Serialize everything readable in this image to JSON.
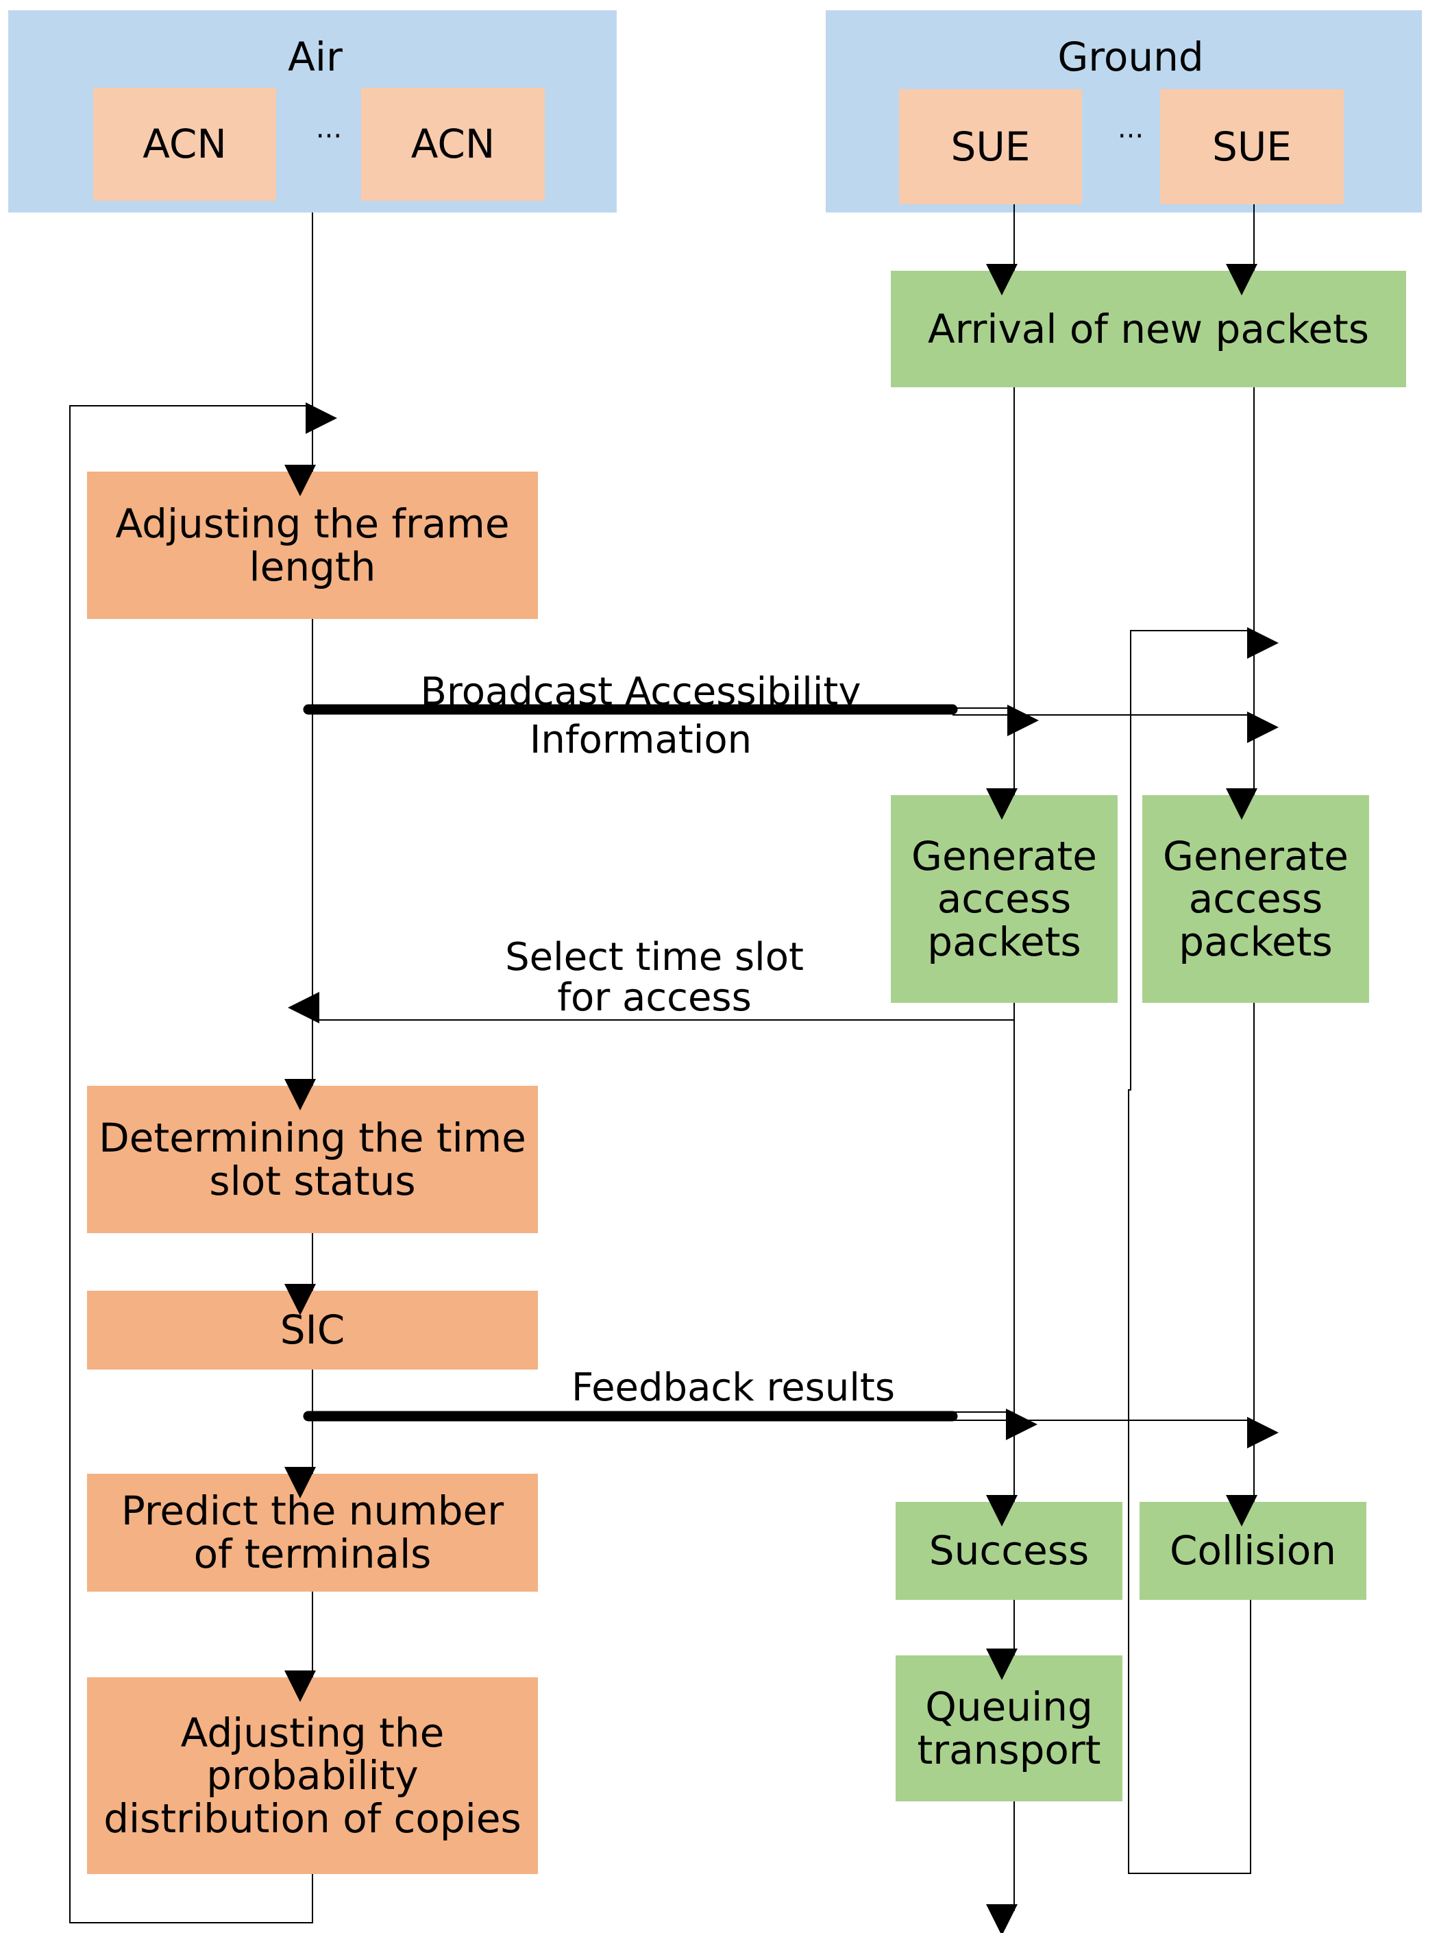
{
  "air": {
    "title": "Air",
    "node_left": "ACN",
    "dots": "···",
    "node_right": "ACN"
  },
  "ground": {
    "title": "Ground",
    "node_left": "SUE",
    "dots": "···",
    "node_right": "SUE"
  },
  "steps": {
    "arrival": "Arrival of new packets",
    "adjust_frame": "Adjusting the frame\nlength",
    "broadcast": "Broadcast Accessibility\nInformation",
    "generate_left": "Generate\naccess\npackets",
    "generate_right": "Generate\naccess\npackets",
    "select_slot": "Select time slot\nfor access",
    "determine_status": "Determining the time\nslot status",
    "sic": "SIC",
    "feedback": "Feedback results",
    "predict": "Predict the number\nof terminals",
    "success": "Success",
    "collision": "Collision",
    "queuing": "Queuing\ntransport",
    "adjust_prob": "Adjusting the\nprobability\ndistribution of copies"
  },
  "colors": {
    "region": "#bdd7ee",
    "node": "#f8cbad",
    "air_process": "#f4b183",
    "ground_process": "#a9d18e"
  }
}
